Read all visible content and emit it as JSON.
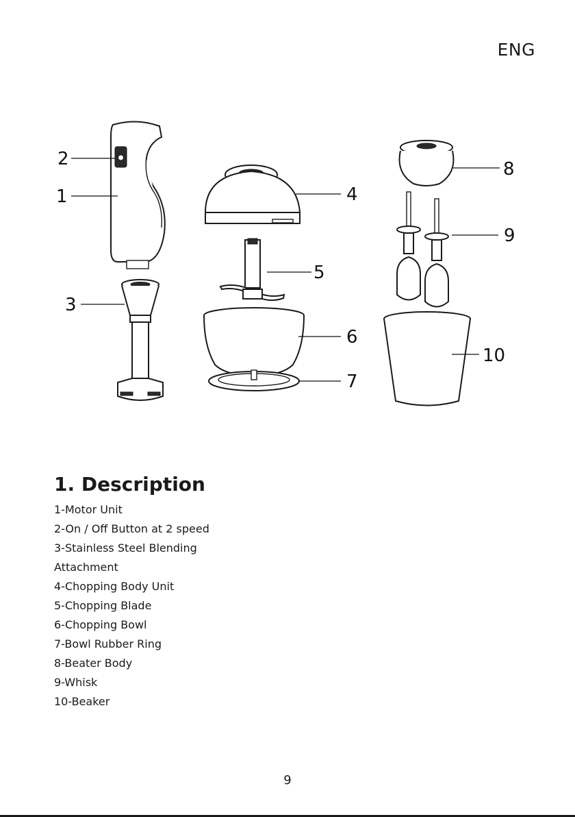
{
  "header": {
    "language": "ENG"
  },
  "diagram": {
    "callouts": [
      "1",
      "2",
      "3",
      "4",
      "5",
      "6",
      "7",
      "8",
      "9",
      "10"
    ]
  },
  "section": {
    "title": "1. Description",
    "items": [
      "1-Motor Unit",
      "2-On / Off Button at 2 speed",
      "3-Stainless Steel Blending",
      "Attachment",
      "4-Chopping Body Unit",
      "5-Chopping Blade",
      "6-Chopping Bowl",
      "7-Bowl Rubber Ring",
      "8-Beater Body",
      "9-Whisk",
      "10-Beaker"
    ]
  },
  "footer": {
    "page_number": "9"
  }
}
